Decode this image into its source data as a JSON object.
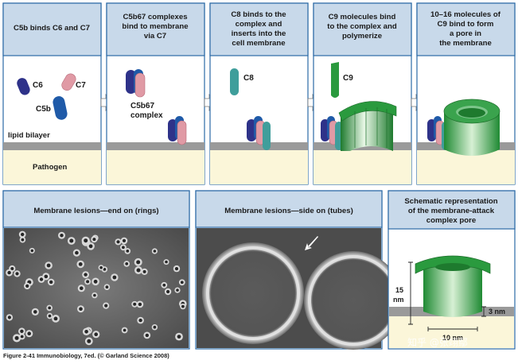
{
  "steps": [
    {
      "header": [
        "C5b binds C6 and C7"
      ],
      "labels": {
        "c6": "C6",
        "c7": "C7",
        "c5b": "C5b",
        "lipid": "lipid bilayer",
        "pathogen": "Pathogen"
      }
    },
    {
      "header": [
        "C5b67 complexes",
        "bind to membrane",
        "via C7"
      ],
      "labels": {
        "complex": [
          "C5b67",
          "complex"
        ]
      }
    },
    {
      "header": [
        "C8 binds to the",
        "complex and",
        "inserts into the",
        "cell membrane"
      ],
      "labels": {
        "c8": "C8"
      }
    },
    {
      "header": [
        "C9 molecules bind",
        "to the complex and",
        "polymerize"
      ],
      "labels": {
        "c9": "C9"
      }
    },
    {
      "header": [
        "10–16 molecules of",
        "C9 bind to form",
        "a pore in",
        "the membrane"
      ]
    }
  ],
  "bottom": {
    "end_on": {
      "header": "Membrane lesions—end on (rings)"
    },
    "side_on": {
      "header": "Membrane lesions—side on (tubes)"
    },
    "schematic": {
      "header": [
        "Schematic representation",
        "of the membrane-attack",
        "complex pore"
      ],
      "height_label": [
        "15",
        "nm"
      ],
      "thickness_label": "3 nm",
      "width_label": "10 nm"
    }
  },
  "caption": "Figure 2-41 Immunobiology, 7ed. (© Garland Science 2008)",
  "watermark": "知乎 @张翊鄢",
  "colors": {
    "header_bg": "#c8d9ea",
    "border": "#2b6aa6",
    "pathogen": "#fbf6d9",
    "bilayer": "#9a9a9a",
    "c6": "#2e3289",
    "c7": "#e09aa5",
    "c5b": "#1f5aa8",
    "c8": "#3f9e9b",
    "c9": "#2a9a3e"
  }
}
